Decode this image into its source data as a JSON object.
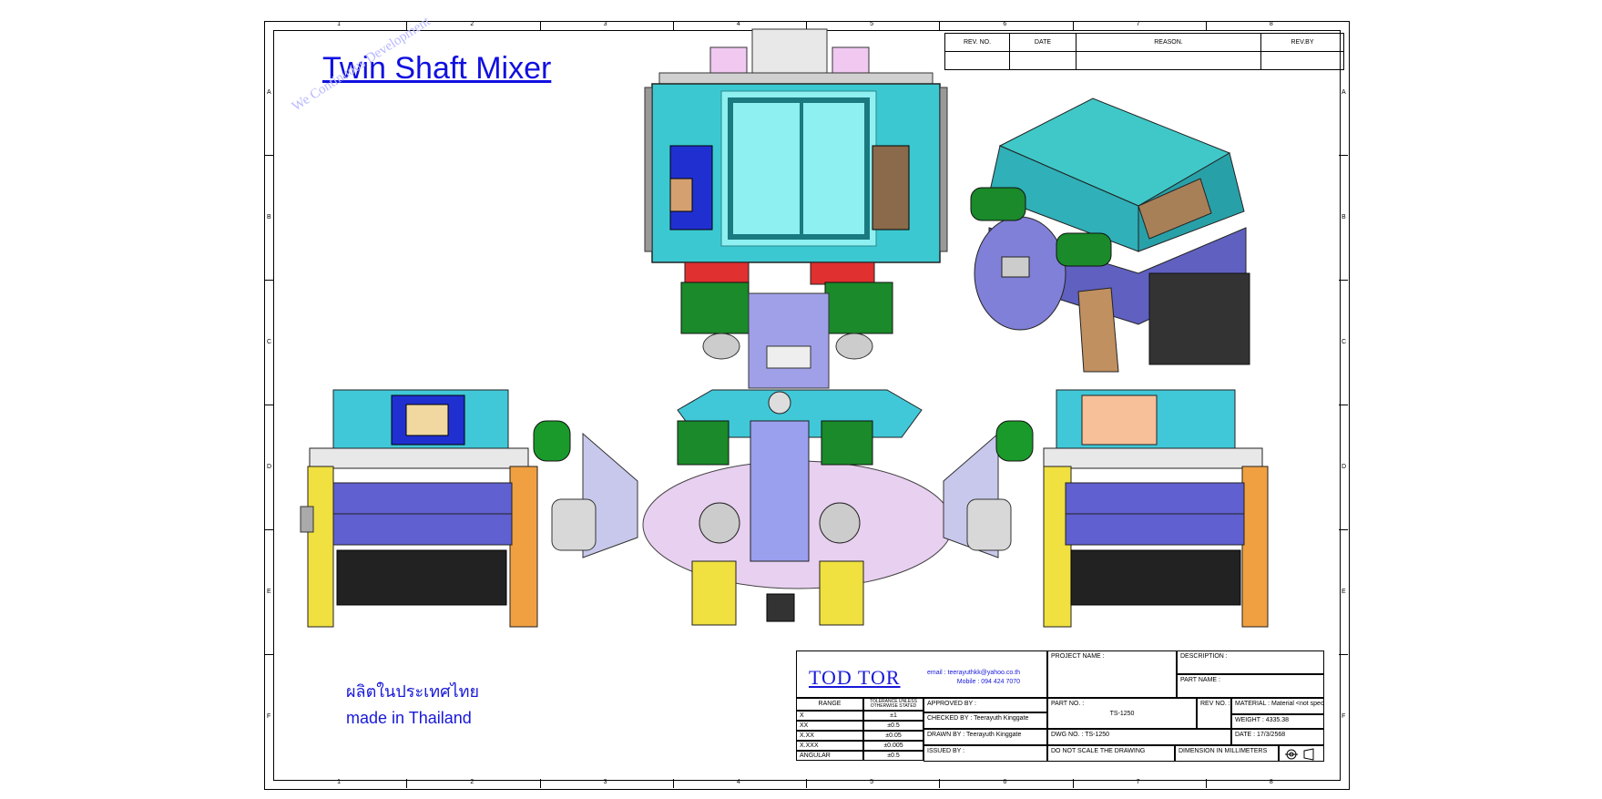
{
  "title": "Twin Shaft Mixer",
  "watermark": "We Continuous Development",
  "thai_text": "ผลิตในประเทศไทย",
  "made_in": "made in Thailand",
  "zones": {
    "columns": [
      "1",
      "2",
      "3",
      "4",
      "5",
      "6",
      "7",
      "8"
    ],
    "rows": [
      "A",
      "B",
      "C",
      "D",
      "E",
      "F"
    ]
  },
  "revision_table": {
    "headers": [
      "REV. NO.",
      "DATE",
      "REASON.",
      "REV.BY"
    ]
  },
  "company": {
    "name": "TOD TOR",
    "email": "email : teerayuthkk@yahoo.co.th",
    "mobile": "Mobile : 094 424 7070"
  },
  "title_block": {
    "project_name_label": "PROJECT NAME :",
    "description_label": "DESCRIPTION :",
    "part_name_label": "PART NAME :",
    "range_header": "RANGE",
    "tolerance_header": "TOLERANCE UNLESS OTHERWISE STATED",
    "tolerances": [
      {
        "range": "X",
        "value": "±1"
      },
      {
        "range": "XX",
        "value": "±0.5"
      },
      {
        "range": "X.XX",
        "value": "±0.05"
      },
      {
        "range": "X.XXX",
        "value": "±0.005"
      },
      {
        "range": "ANGULAR",
        "value": "±0.5"
      }
    ],
    "approved_by": "APPROVED BY :",
    "checked_by": "CHECKED BY : Teerayuth Kinggate",
    "drawn_by": "DRAWN BY : Teerayuth Kinggate",
    "issued_by": "ISSUED BY :",
    "part_no_label": "PART NO. :",
    "part_no": "TS-1250",
    "rev_no_label": "REV NO. :",
    "dwg_no": "DWG NO. :   TS-1250",
    "do_not_scale": "DO NOT SCALE THE DRAWING",
    "dimension": "DIMENSION IN MILLIMETERS",
    "material": "MATERIAL :   Material <not specified>",
    "weight": "WEIGHT :   4335.38",
    "date": "DATE :   17/3/2568"
  }
}
